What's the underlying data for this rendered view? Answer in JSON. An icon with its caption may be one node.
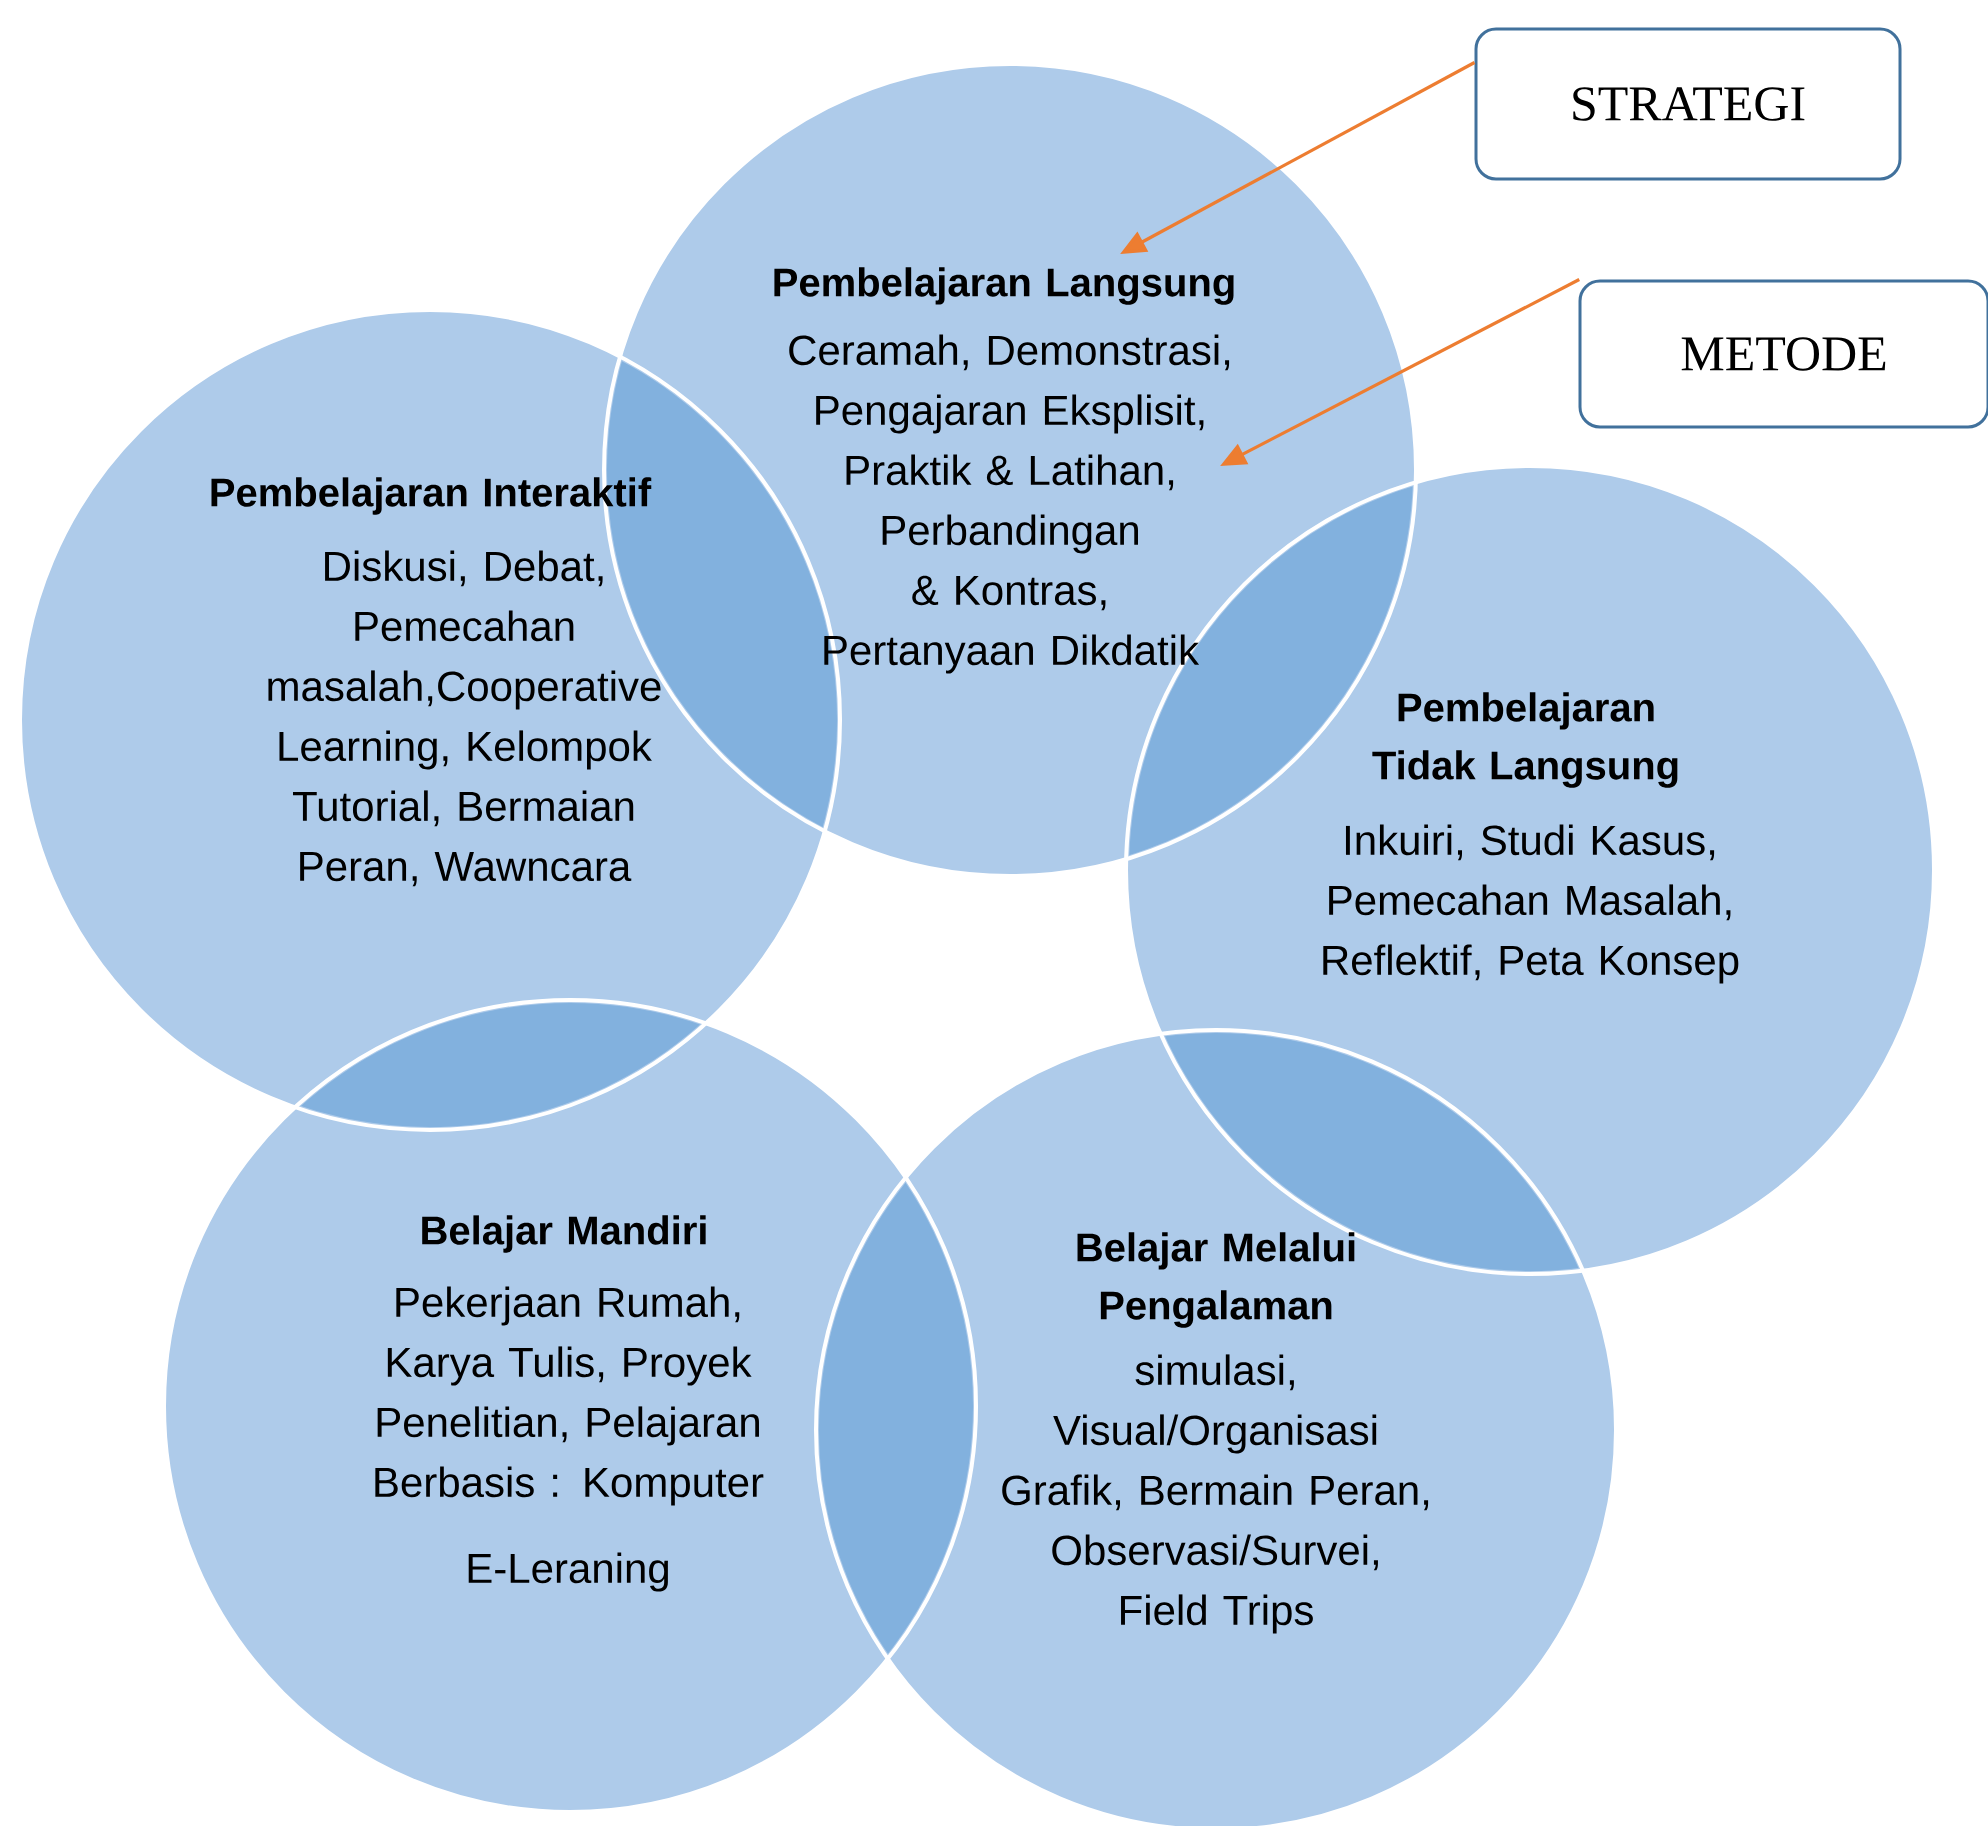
{
  "diagram": {
    "nodes": [
      {
        "text": [
          "Pembelajaran Langsung",
          "Ceramah, Demonstrasi, Pengajaran Eksplisit, Praktik & Latihan, Perbandingan & Kontras, Pertanyaan Dikdatik"
        ]
      },
      {
        "text": [
          "Pembelajaran Interaktif",
          "Diskusi, Debat, Pemecahan masalah,Cooperative Learning, Kelompok Tutorial, Bermaian Peran, Wawncara"
        ]
      },
      {
        "text": [
          "Pembelajaran Tidak Langsung",
          "Inkuiri, Studi Kasus, Pemecahan Masalah, Reflektif, Peta Konsep"
        ]
      },
      {
        "text": [
          "Belajar Mandiri",
          "Pekerjaan Rumah, Karya Tulis, Proyek Penelitian, Pelajaran Berbasis : Komputer",
          "E-Leraning"
        ]
      },
      {
        "text": [
          "Belajar Melalui Pengalaman",
          "simulasi, Visual/Organisasi Grafik, Bermain Peran, Observasi/Survei, Field Trips"
        ]
      },
      {
        "text": [
          "STRATEGI"
        ]
      },
      {
        "text": [
          "METODE"
        ]
      }
    ],
    "edges": [
      {
        "from": 5,
        "to": 0,
        "arrow": "to"
      },
      {
        "from": 6,
        "to": 0,
        "arrow": "to"
      }
    ]
  }
}
